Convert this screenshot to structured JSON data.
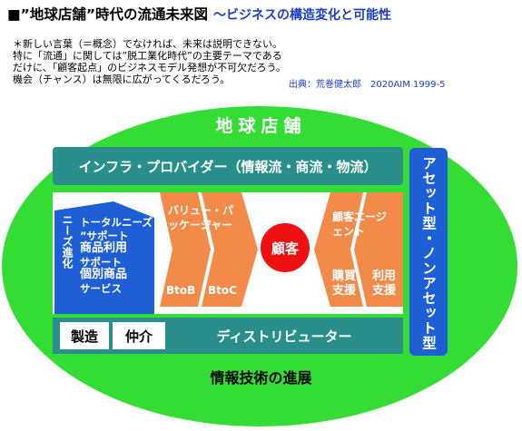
{
  "header": {
    "title": "■”地球店舗”時代の流通未来図",
    "subtitle": "〜ビジネスの構造変化と可能性"
  },
  "notes": [
    "＊新しい言葉（＝概念）でなければ、未来は説明できない。",
    "特に「流通」に関しては”脱工業化時代”の主要テーマである",
    "だけに、「顧客起点」のビジネスモデル発想が不可欠だろう。",
    "機会（チャンス）は無限に広がってくるだろう。"
  ],
  "source": "出典：荒巻健太郎　2020AIM 1999-5",
  "diagram": {
    "ellipse_top_label": "地球店舗",
    "ellipse_bottom_label": "情報技術の進展",
    "infra_label": "インフラ・プロバイダー（情報流・商流・物流）",
    "asset_label": "アセット型・ノンアセット型",
    "needs_vertical": "ニーズ進化",
    "needs_items": [
      "トータルニーズ",
      "”サポート",
      "商品利用",
      "サポート",
      "個別商品",
      "サービス"
    ],
    "value_label_1": "バリュー・パ",
    "value_label_2": "ッケージャー",
    "btob": "BtoB",
    "btoc": "BtoC",
    "customer": "顧客",
    "agent_label_1": "顧客エージ",
    "agent_label_2": "ェント",
    "purchase_1": "購買",
    "purchase_2": "支援",
    "usage_1": "利用",
    "usage_2": "支援",
    "tag_seizo": "製造",
    "tag_chukai": "仲介",
    "distributor": "ディストリビューター"
  },
  "colors": {
    "ellipse": "#33dd33",
    "teal": "#2a8f8a",
    "blue": "#1e5fd6",
    "orange": "#f28a4a",
    "red": "#ee1111"
  }
}
